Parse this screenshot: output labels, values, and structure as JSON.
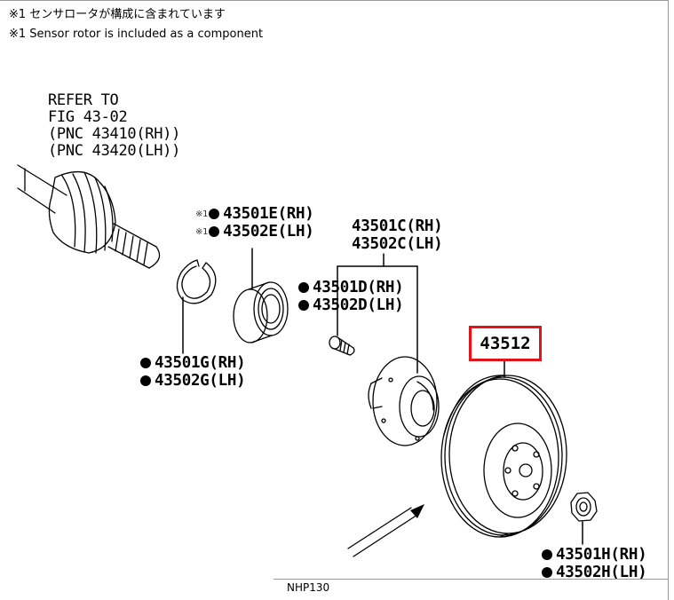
{
  "notes": {
    "jp": "※1 センサロータが構成に含まれています",
    "en": "※1 Sensor rotor is included as a component"
  },
  "refer": {
    "line1": "REFER TO",
    "line2": "FIG 43-02",
    "line3": "(PNC 43410(RH))",
    "line4": "(PNC 43420(LH))"
  },
  "labels": {
    "e_mark": "※1",
    "e_rh": "43501E(RH)",
    "e_lh": "43502E(LH)",
    "c_rh": "43501C(RH)",
    "c_lh": "43502C(LH)",
    "d_rh": "43501D(RH)",
    "d_lh": "43502D(LH)",
    "g_rh": "43501G(RH)",
    "g_lh": "43502G(LH)",
    "h_rh": "43501H(RH)",
    "h_lh": "43502H(LH)"
  },
  "callout": {
    "text": "43512",
    "color": "#e0141a"
  },
  "footer": {
    "model": "NHP130"
  }
}
